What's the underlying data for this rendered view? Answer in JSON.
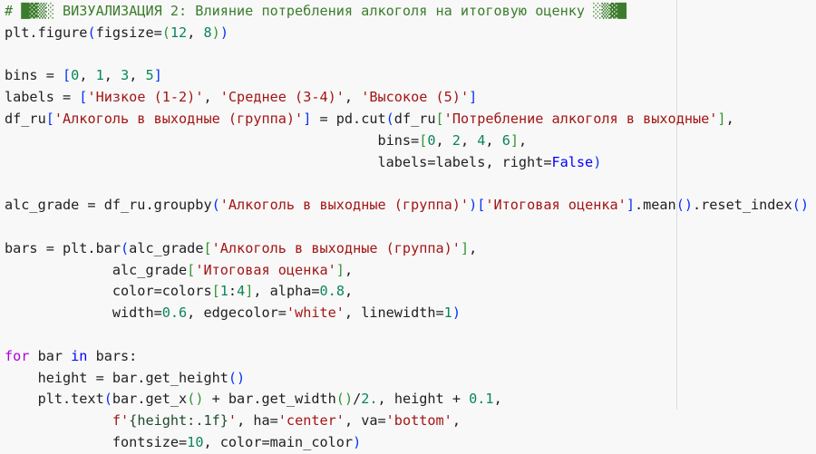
{
  "editor": {
    "lines": [
      [
        [
          "# █▓▒░ ВИЗУАЛИЗАЦИЯ 2: Влияние потребления алкоголя на итоговую оценку ░▒▓█",
          "c"
        ]
      ],
      [
        [
          "plt.figure",
          "t"
        ],
        [
          "(",
          "p1"
        ],
        [
          "figsize=",
          "t"
        ],
        [
          "(",
          "p2"
        ],
        [
          "12",
          "n"
        ],
        [
          ", ",
          "t"
        ],
        [
          "8",
          "n"
        ],
        [
          ")",
          "p2"
        ],
        [
          ")",
          "p1"
        ]
      ],
      [],
      [
        [
          "bins = ",
          "t"
        ],
        [
          "[",
          "p1"
        ],
        [
          "0",
          "n"
        ],
        [
          ", ",
          "t"
        ],
        [
          "1",
          "n"
        ],
        [
          ", ",
          "t"
        ],
        [
          "3",
          "n"
        ],
        [
          ", ",
          "t"
        ],
        [
          "5",
          "n"
        ],
        [
          "]",
          "p1"
        ]
      ],
      [
        [
          "labels = ",
          "t"
        ],
        [
          "[",
          "p1"
        ],
        [
          "'Низкое (1-2)'",
          "s"
        ],
        [
          ", ",
          "t"
        ],
        [
          "'Среднее (3-4)'",
          "s"
        ],
        [
          ", ",
          "t"
        ],
        [
          "'Высокое (5)'",
          "s"
        ],
        [
          "]",
          "p1"
        ]
      ],
      [
        [
          "df_ru",
          "t"
        ],
        [
          "[",
          "p1"
        ],
        [
          "'Алкоголь в выходные (группа)'",
          "s"
        ],
        [
          "]",
          "p1"
        ],
        [
          " = pd.cut",
          "t"
        ],
        [
          "(",
          "p1"
        ],
        [
          "df_ru",
          "t"
        ],
        [
          "[",
          "p2"
        ],
        [
          "'Потребление алкоголя в выходные'",
          "s"
        ],
        [
          "]",
          "p2"
        ],
        [
          ",",
          "t"
        ]
      ],
      [
        [
          "                                             bins=",
          "t"
        ],
        [
          "[",
          "p2"
        ],
        [
          "0",
          "n"
        ],
        [
          ", ",
          "t"
        ],
        [
          "2",
          "n"
        ],
        [
          ", ",
          "t"
        ],
        [
          "4",
          "n"
        ],
        [
          ", ",
          "t"
        ],
        [
          "6",
          "n"
        ],
        [
          "]",
          "p2"
        ],
        [
          ",",
          "t"
        ]
      ],
      [
        [
          "                                             labels=labels, right=",
          "t"
        ],
        [
          "False",
          "k"
        ],
        [
          ")",
          "p1"
        ]
      ],
      [],
      [
        [
          "alc_grade = df_ru.groupby",
          "t"
        ],
        [
          "(",
          "p1"
        ],
        [
          "'Алкоголь в выходные (группа)'",
          "s"
        ],
        [
          ")",
          "p1"
        ],
        [
          "[",
          "p1"
        ],
        [
          "'Итоговая оценка'",
          "s"
        ],
        [
          "]",
          "p1"
        ],
        [
          ".mean",
          "t"
        ],
        [
          "()",
          "p1"
        ],
        [
          ".reset_index",
          "t"
        ],
        [
          "()",
          "p1"
        ]
      ],
      [],
      [
        [
          "bars = plt.bar",
          "t"
        ],
        [
          "(",
          "p1"
        ],
        [
          "alc_grade",
          "t"
        ],
        [
          "[",
          "p2"
        ],
        [
          "'Алкоголь в выходные (группа)'",
          "s"
        ],
        [
          "]",
          "p2"
        ],
        [
          ",",
          "t"
        ]
      ],
      [
        [
          "             alc_grade",
          "t"
        ],
        [
          "[",
          "p2"
        ],
        [
          "'Итоговая оценка'",
          "s"
        ],
        [
          "]",
          "p2"
        ],
        [
          ",",
          "t"
        ]
      ],
      [
        [
          "             color=colors",
          "t"
        ],
        [
          "[",
          "p2"
        ],
        [
          "1",
          "n"
        ],
        [
          ":",
          "t"
        ],
        [
          "4",
          "n"
        ],
        [
          "]",
          "p2"
        ],
        [
          ", alpha=",
          "t"
        ],
        [
          "0.8",
          "n"
        ],
        [
          ",",
          "t"
        ]
      ],
      [
        [
          "             width=",
          "t"
        ],
        [
          "0.6",
          "n"
        ],
        [
          ", edgecolor=",
          "t"
        ],
        [
          "'white'",
          "s"
        ],
        [
          ", linewidth=",
          "t"
        ],
        [
          "1",
          "n"
        ],
        [
          ")",
          "p1"
        ]
      ],
      [],
      [
        [
          "for",
          "kc"
        ],
        [
          " bar ",
          "t"
        ],
        [
          "in",
          "k"
        ],
        [
          " bars:",
          "t"
        ]
      ],
      [
        [
          "    height = bar.get_height",
          "t"
        ],
        [
          "()",
          "p1"
        ]
      ],
      [
        [
          "    plt.text",
          "t"
        ],
        [
          "(",
          "p1"
        ],
        [
          "bar.get_x",
          "t"
        ],
        [
          "()",
          "p2"
        ],
        [
          " + bar.get_width",
          "t"
        ],
        [
          "()",
          "p2"
        ],
        [
          "/",
          "t"
        ],
        [
          "2.",
          "n"
        ],
        [
          ", height + ",
          "t"
        ],
        [
          "0.1",
          "n"
        ],
        [
          ",",
          "t"
        ]
      ],
      [
        [
          "             ",
          "t"
        ],
        [
          "f'",
          "s"
        ],
        [
          "{height:.1f}",
          "f"
        ],
        [
          "'",
          "s"
        ],
        [
          ", ha=",
          "t"
        ],
        [
          "'center'",
          "s"
        ],
        [
          ", va=",
          "t"
        ],
        [
          "'bottom'",
          "s"
        ],
        [
          ",",
          "t"
        ]
      ],
      [
        [
          "             fontsize=",
          "t"
        ],
        [
          "10",
          "n"
        ],
        [
          ", color=main_color",
          "t"
        ],
        [
          ")",
          "p1"
        ]
      ]
    ]
  }
}
